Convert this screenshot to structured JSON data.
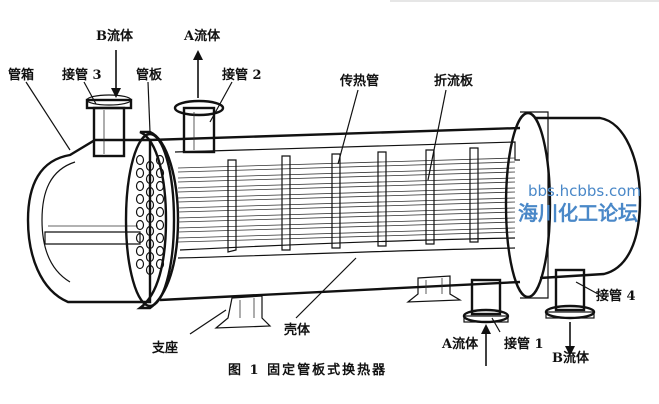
{
  "labels": {
    "tube_box": "管箱",
    "nozzle_3": "接管 3",
    "fluid_b_top": "B流体",
    "tube_sheet": "管板",
    "fluid_a_top": "A流体",
    "nozzle_2": "接管 2",
    "heat_tubes": "传热管",
    "baffle": "折流板",
    "nozzle_4": "接管 4",
    "support": "支座",
    "shell": "壳体",
    "fluid_a_bottom": "A流体",
    "nozzle_1": "接管 1",
    "fluid_b_bottom": "B流体"
  },
  "caption": "图 1   固定管板式换热器",
  "watermark": {
    "url": "bbs.hcbbs.com",
    "forum": "海川化工论坛"
  },
  "colors": {
    "ink": "#111111",
    "watermark": "#4a88c8"
  }
}
